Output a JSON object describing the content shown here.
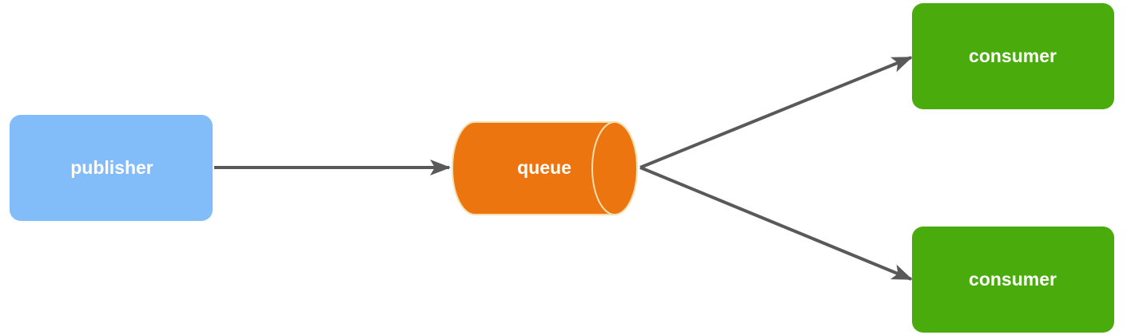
{
  "diagram": {
    "publisher": {
      "label": "publisher",
      "color": "#82BCF9"
    },
    "queue": {
      "label": "queue",
      "color": "#EC750F",
      "stroke": "#F3E0B0"
    },
    "consumers": [
      {
        "label": "consumer",
        "color": "#4AAC0C"
      },
      {
        "label": "consumer",
        "color": "#4AAC0C"
      }
    ],
    "edge_color": "#595959"
  }
}
